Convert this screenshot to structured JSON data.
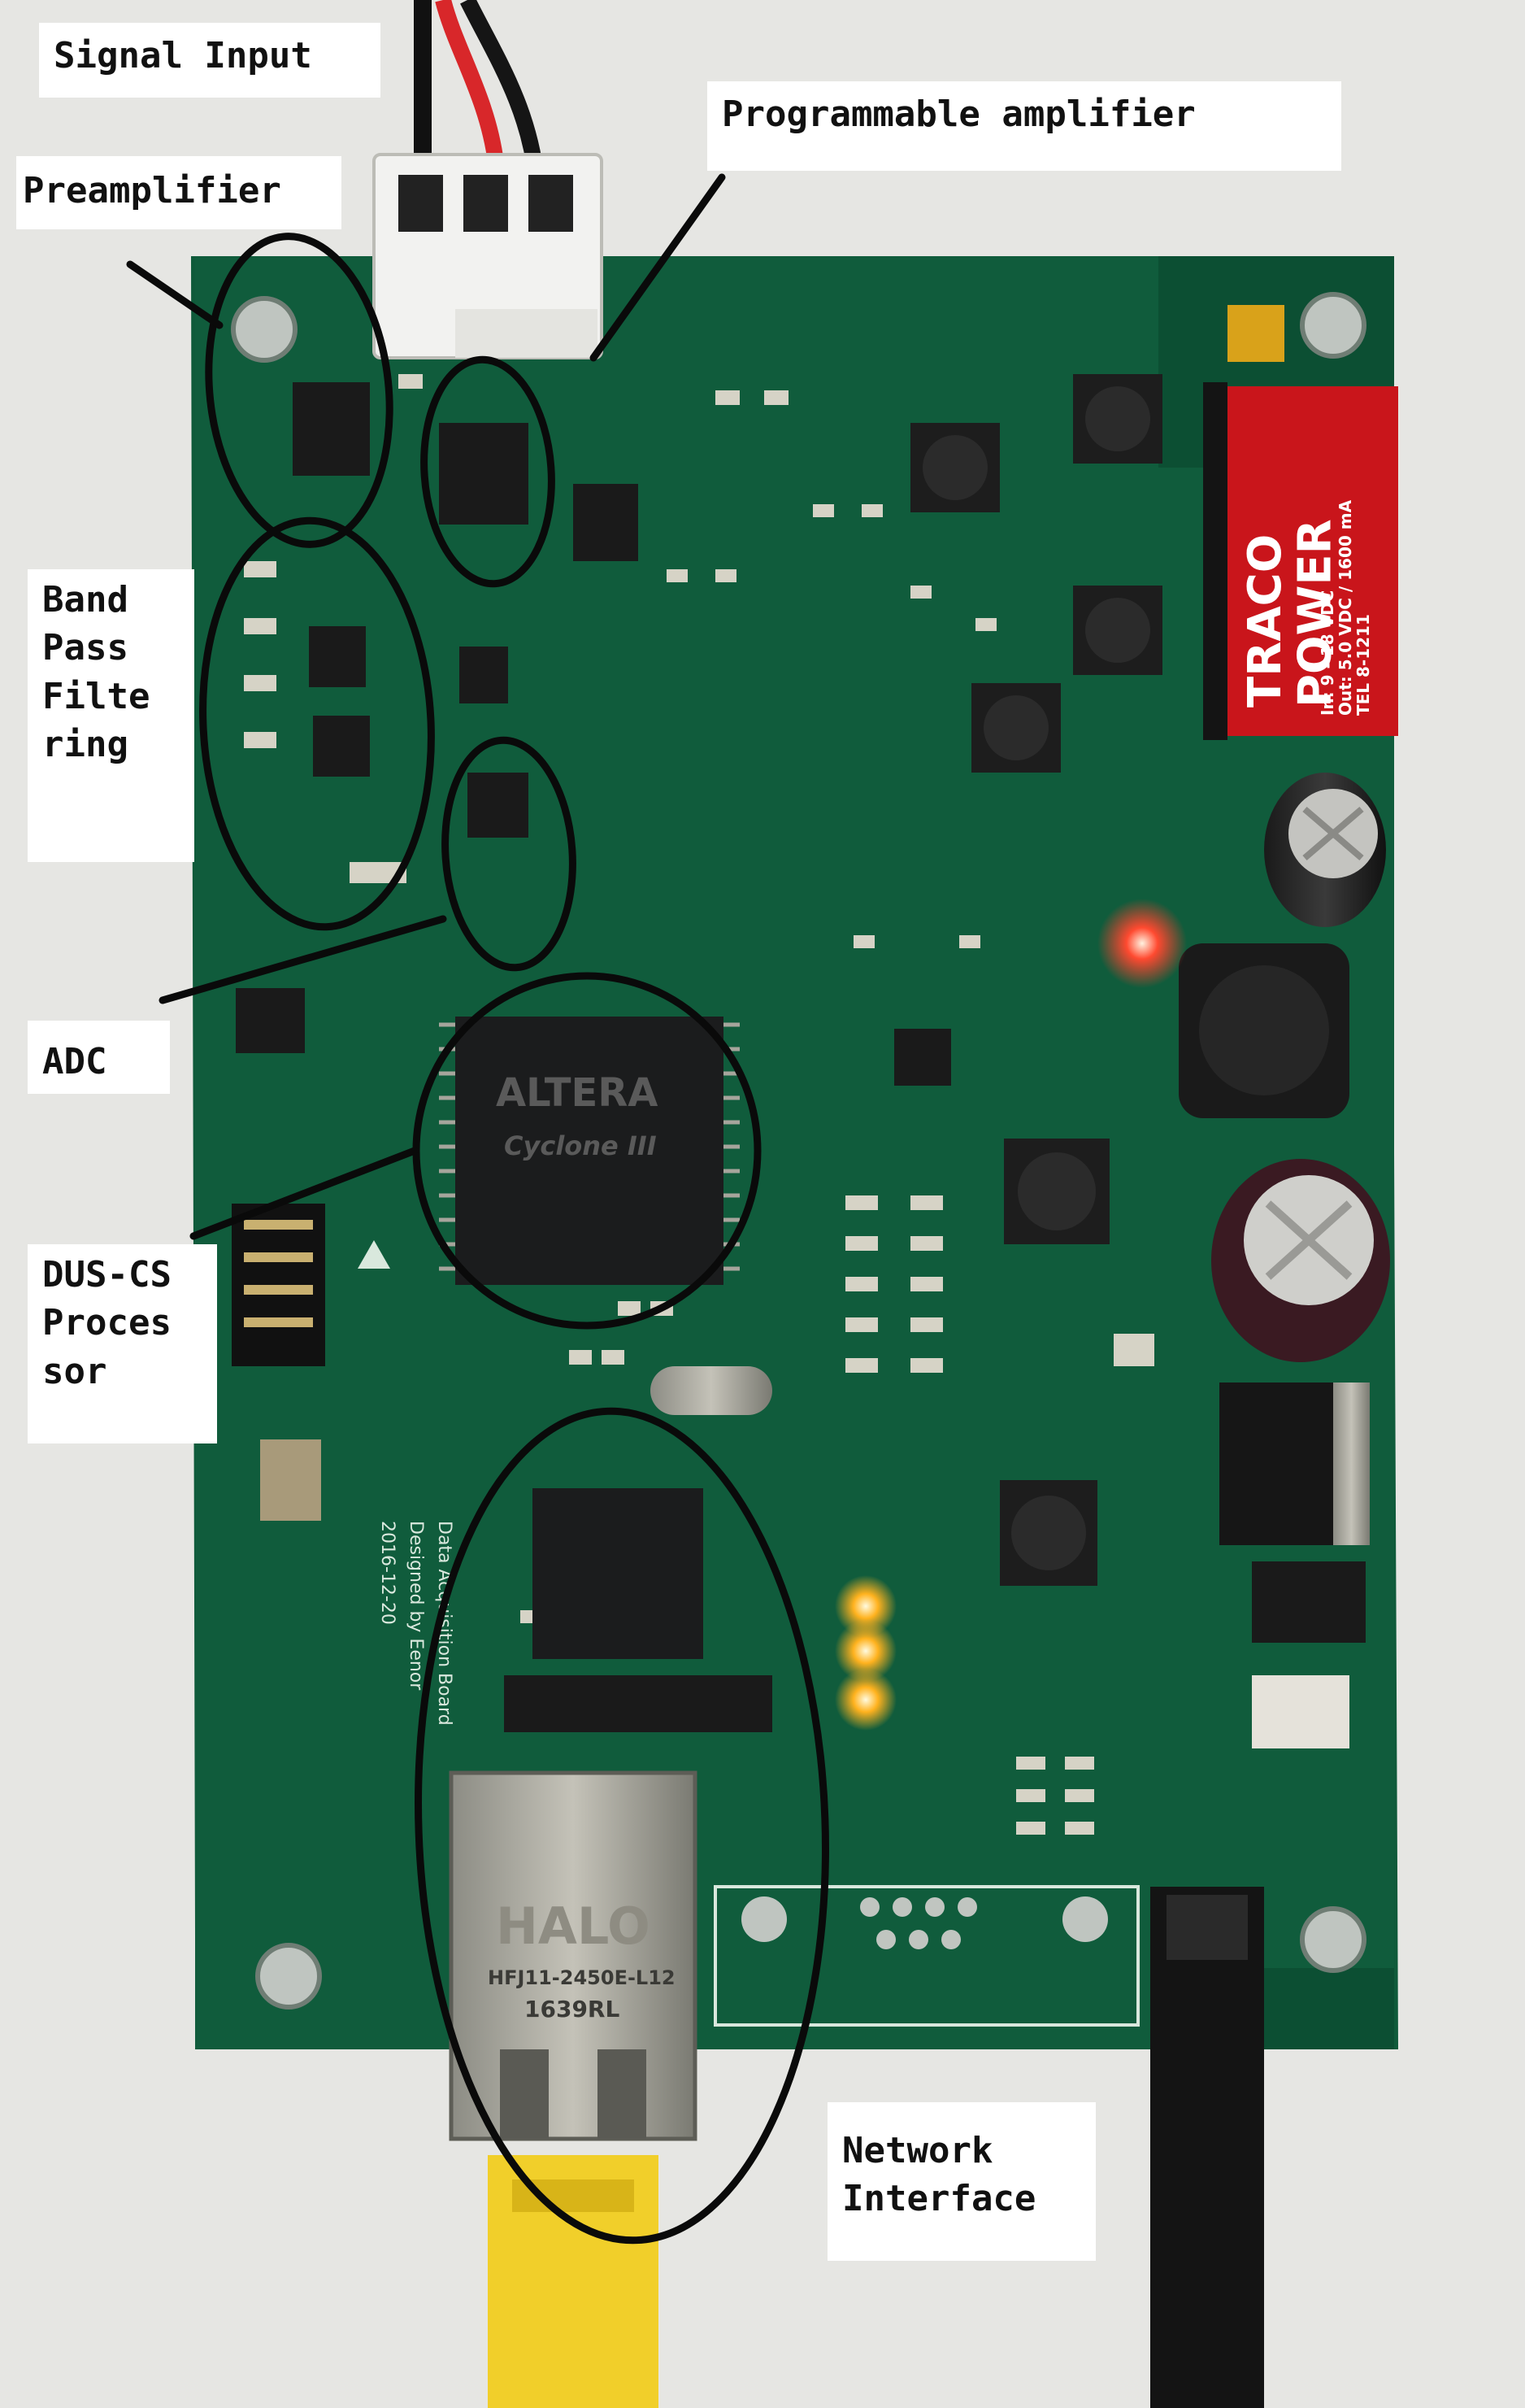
{
  "labels": {
    "signal_input": "Signal Input",
    "programmable_amplifier": "Programmable amplifier",
    "preamplifier": "Preamplifier",
    "band_pass": "Band\nPass\nFilte\nring",
    "adc": "ADC",
    "dus_cs": "DUS-CS\nProces\nsor",
    "network_interface": "Network\nInterface"
  },
  "chip_markings": {
    "fpga_brand": "ALTERA",
    "fpga_family": "Cyclone III",
    "power_brand": "TRACO\nPOWER",
    "power_spec": "In: 9 - 18 VDC\nOut: 5.0 VDC / 1600 mA\nTEL 8-1211",
    "jack_brand": "HALO",
    "jack_part": "HFJ11-2450E-L12",
    "jack_code": "1639RL",
    "silk_title": "Data Acquisition Board",
    "silk_designer": "Designed by Eenor",
    "silk_date": "2016-12-20"
  },
  "colors": {
    "pcb": "#0f5a3a",
    "pcb_dark": "#0a4029",
    "silk": "#d9e8dd",
    "annotation": "#0a0a0a",
    "led_red": "#ff3a2a",
    "led_amber": "#ffb21e",
    "connector_white": "#f2f2f0",
    "cable_yellow": "#f1cf2a"
  }
}
